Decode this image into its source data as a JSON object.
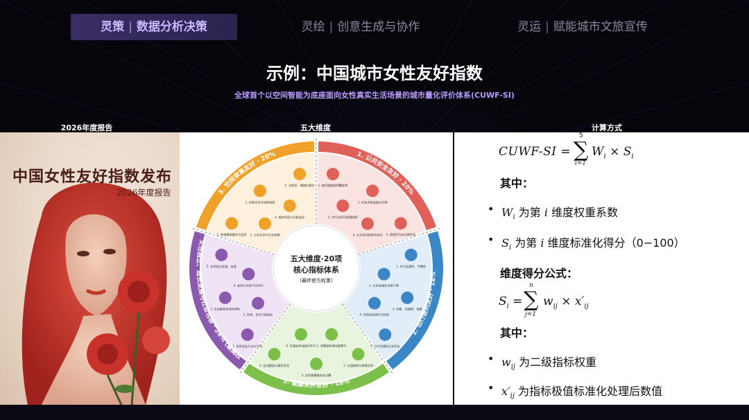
{
  "nav": {
    "tabs": [
      {
        "left": "灵策",
        "right": "数据分析决策",
        "active": true
      },
      {
        "left": "灵绘",
        "right": "创意生成与协作",
        "active": false
      },
      {
        "left": "灵运",
        "right": "赋能城市文旅宣传",
        "active": false
      }
    ],
    "separator": "|"
  },
  "heading": {
    "title": "示例：中国城市女性友好指数",
    "subtitle": "全球首个以空间智能为底座面向女性真实生活场景的城市量化评价体系(CUWF-SI)"
  },
  "sections": {
    "left": "2026年度报告",
    "mid": "五大维度",
    "right": "计算方式"
  },
  "report": {
    "title": "中国女性友好指数发布",
    "subtitle": "2026年度报告"
  },
  "wheel": {
    "center_line1": "五大维度·20项",
    "center_line2": "核心指标体系",
    "center_line3": "(最终官方权重)",
    "dimensions": [
      {
        "label": "1. 公共安全友好 · 20%",
        "color": "#e0605a",
        "items": [
          "1. 夜间道路照明覆盖率与均匀度",
          "2. 步行空间可视通视率与死角区设计",
          "3. 应急求助设施点位密度与可达性",
          "4. 公共空间安防布局合理性",
          "5. 易感步行安全便利设计"
        ]
      },
      {
        "label": "2. 出行便利友好 · 18%",
        "color": "#3b86c5",
        "items": [
          "1. 步行连通性、平整性与宽度达标",
          "2. 过街设施安全度与等候舒适度",
          "3. 母婴、无障碍、休憩设施覆盖率",
          "4. 非机动车骑行空间安全性",
          "5. 公共交通站点女性友好服务水平"
        ]
      },
      {
        "label": "3. 健康关怀友好 · 18%",
        "color": "#7cbf4a",
        "items": [
          "1. 公园绿地与休憩空间步行可达性",
          "2. 母婴室标准化配置与服务水平",
          "3. 女性健康服务站点覆盖率",
          "4. 生理关怀设施分布与可达性",
          "5. 运动健身与康养空间适配度"
        ]
      },
      {
        "label": "4. 女性独立、成长发展与社会包容 · 24%",
        "color": "#8a5aae",
        "note": "(最高权重)",
        "items": [
          "1. 女性创业与办公空间密度",
          "2. 托育、亲子与家庭友好空间配套",
          "3. 文化教育资源可得性与供给",
          "4. 女性公共参与空间与平台建设",
          "5. 女性独立发展、自我实现与社会包容指数"
        ]
      },
      {
        "label": "5. 空间审美友好 · 20%",
        "color": "#f0a12a",
        "items": [
          "1. 街道景观美学与品质评分",
          "2. 公共艺术与文化场景覆盖",
          "3. 自然生态空间舒适度与体验感",
          "4. 城市色彩与光影友好度",
          "5. 治愈型、情绪价值空间供给水平"
        ]
      }
    ]
  },
  "formulas": {
    "main": "CUWF-SI = Σ(i=1→5) Wi × Si",
    "where1": "其中：",
    "b1_text": "为第",
    "b1_text2": "维度权重系数",
    "b2_text": "为第",
    "b2_text2": "维度标准化得分（0−100）",
    "dim_label": "维度得分公式：",
    "where2": "其中：",
    "b3_text": "为二级指标权重",
    "b4_text": "为指标极值标准化处理后数值"
  }
}
